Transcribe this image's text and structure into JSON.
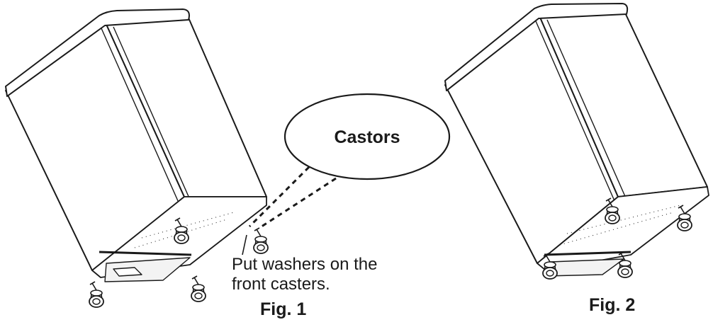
{
  "callout": {
    "label": "Castors"
  },
  "note": {
    "line1": "Put washers on the",
    "line2": "front casters."
  },
  "figures": [
    {
      "caption": "Fig. 1"
    },
    {
      "caption": "Fig. 2"
    }
  ],
  "colors": {
    "ink": "#1a1a1a",
    "paper": "#ffffff"
  }
}
